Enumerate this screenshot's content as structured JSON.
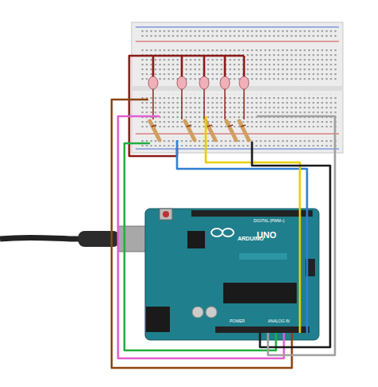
{
  "diagram": {
    "labels": [
      "DIGITAL (PWM~)",
      "UNO",
      "ARDUINO",
      "POWER",
      "ANALOG IN"
    ]
  }
}
